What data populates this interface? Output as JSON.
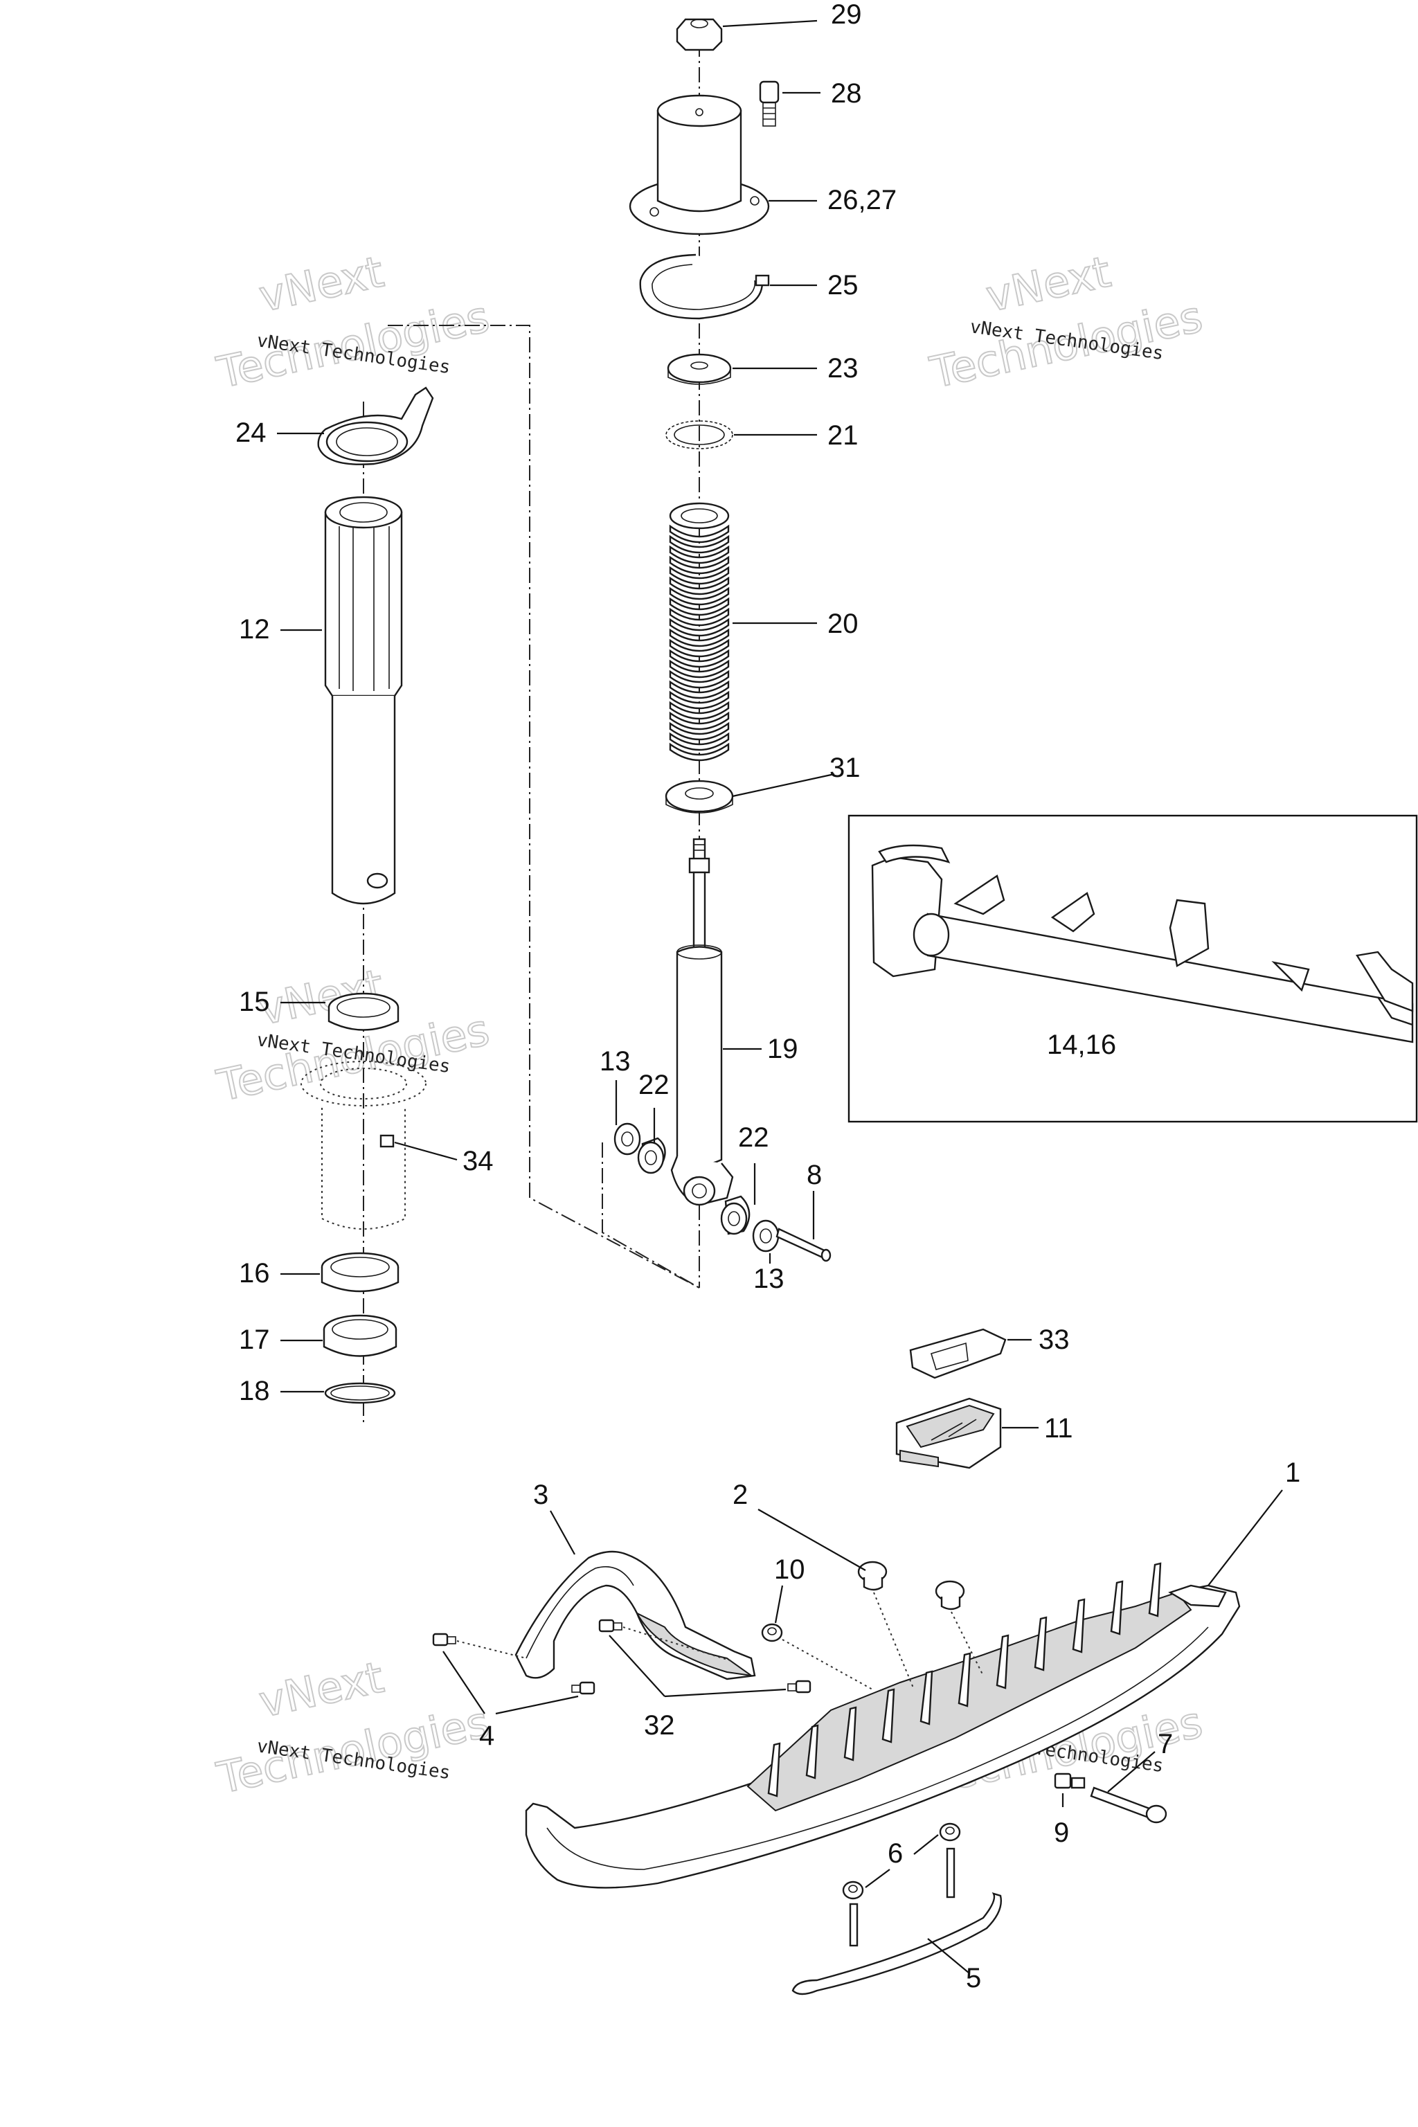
{
  "watermark": {
    "small": "vNext Technologies",
    "large": [
      "vNext",
      "Technologies"
    ]
  },
  "callouts": {
    "p29": "29",
    "p28": "28",
    "p26_27": "26,27",
    "p25": "25",
    "p23": "23",
    "p21": "21",
    "p20": "20",
    "p31": "31",
    "p19": "19",
    "p24": "24",
    "p12": "12",
    "p15": "15",
    "p34": "34",
    "p16": "16",
    "p17": "17",
    "p18": "18",
    "p13a": "13",
    "p22a": "22",
    "p22b": "22",
    "p8": "8",
    "p13b": "13",
    "p14_16": "14,16",
    "p33": "33",
    "p11": "11",
    "p1": "1",
    "p2": "2",
    "p3": "3",
    "p10": "10",
    "p4": "4",
    "p32": "32",
    "p7": "7",
    "p9": "9",
    "p6": "6",
    "p5": "5"
  }
}
